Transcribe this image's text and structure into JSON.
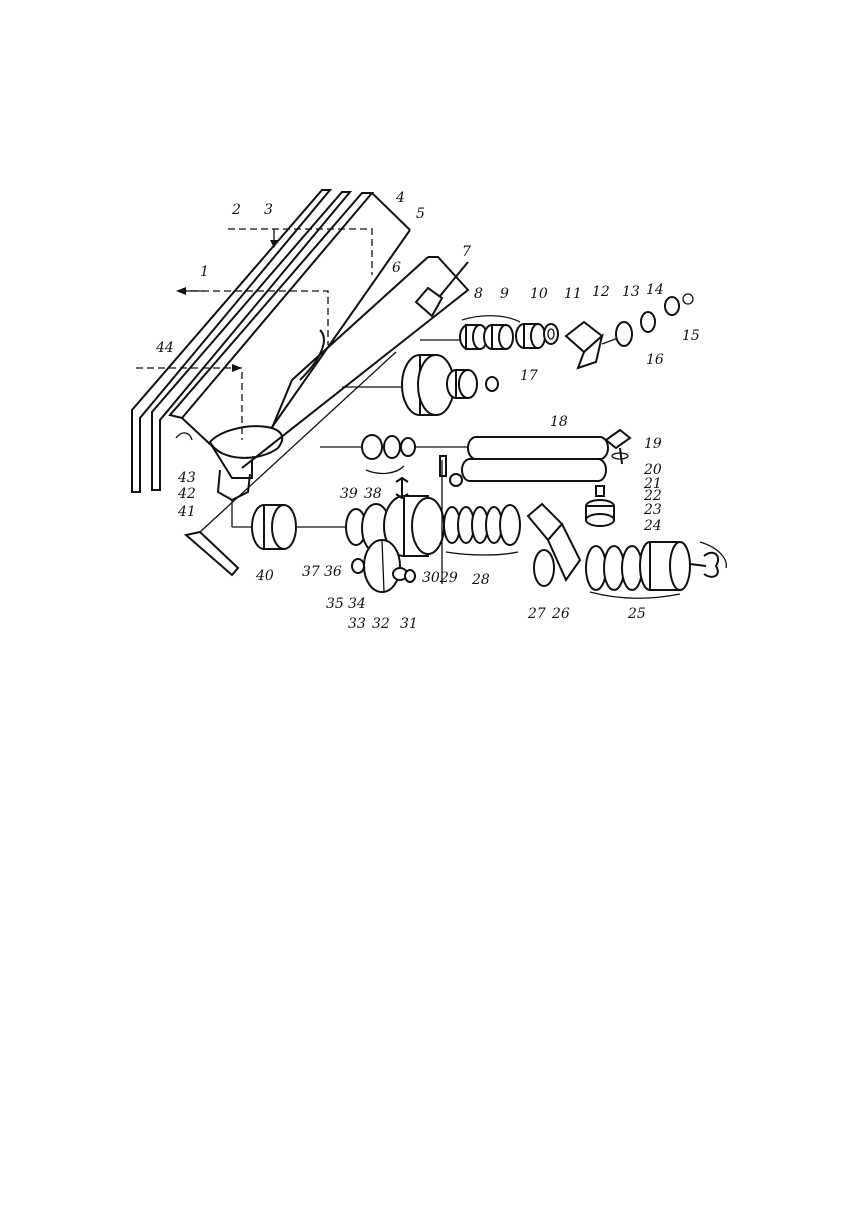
{
  "labels": {
    "n1": "1",
    "n2": "2",
    "n3": "3",
    "n4": "4",
    "n5": "5",
    "n6": "6",
    "n7": "7",
    "n8": "8",
    "n9": "9",
    "n10": "10",
    "n11": "11",
    "n12": "12",
    "n13": "13",
    "n14": "14",
    "n15": "15",
    "n16": "16",
    "n17": "17",
    "n18": "18",
    "n19": "19",
    "n20": "20",
    "n21": "21",
    "n22": "22",
    "n23": "23",
    "n24": "24",
    "n25": "25",
    "n26": "26",
    "n27": "27",
    "n28": "28",
    "n29": "29",
    "n30": "30",
    "n31": "31",
    "n32": "32",
    "n33": "33",
    "n34": "34",
    "n35": "35",
    "n36": "36",
    "n37": "37",
    "n38": "38",
    "n39": "39",
    "n40": "40",
    "n41": "41",
    "n42": "42",
    "n43": "43",
    "n44": "44"
  },
  "colors": {
    "ink": "#111111",
    "paper": "#ffffff"
  }
}
